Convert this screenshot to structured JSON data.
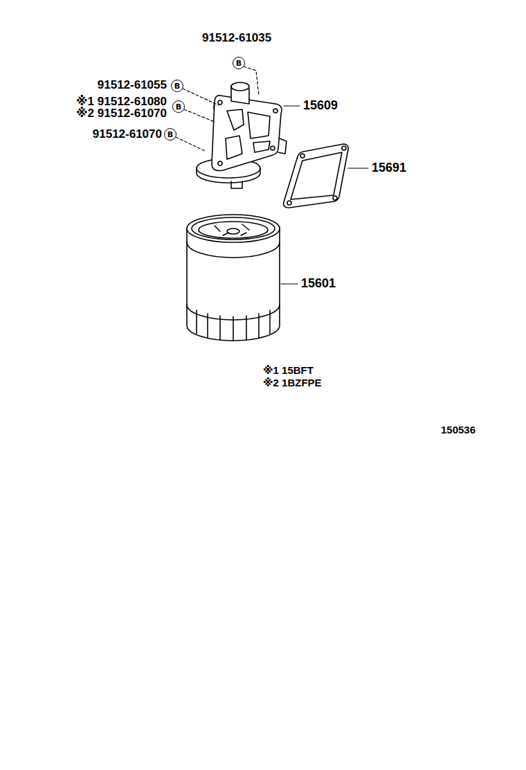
{
  "diagram": {
    "nodes": [
      {
        "text": [
          "B"
        ]
      },
      {
        "text": [
          "B"
        ]
      },
      {
        "text": [
          "B"
        ]
      },
      {
        "text": [
          "B"
        ]
      }
    ],
    "labels": [
      "91512-61035",
      "91512-61055",
      "※1 91512-61080",
      "※2 91512-61070",
      "91512-61070",
      "15609",
      "15691",
      "15601",
      "※1 15BFT",
      "※2 1BZFPE",
      "150536"
    ]
  }
}
